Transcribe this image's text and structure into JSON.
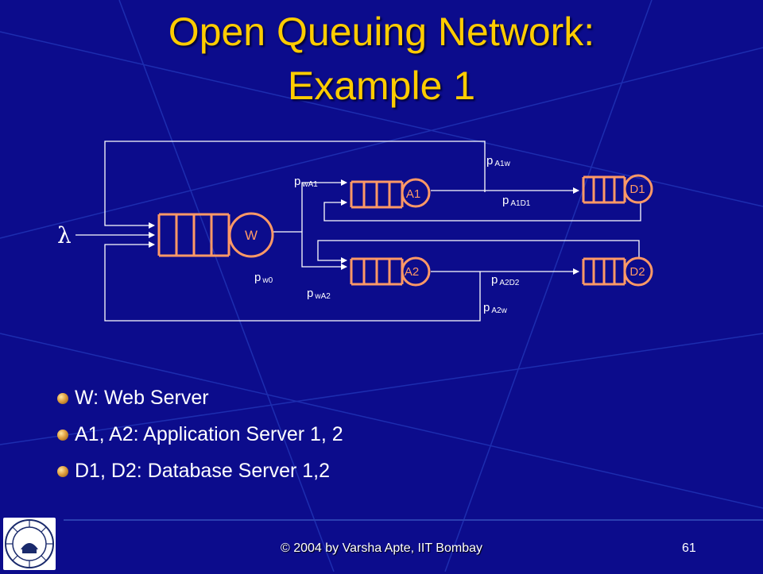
{
  "title": {
    "line1": "Open Queuing Network:",
    "line2": "Example 1"
  },
  "diagram": {
    "arrival_label": "λ",
    "nodes": {
      "w": "W",
      "a1": "A1",
      "a2": "A2",
      "d1": "D1",
      "d2": "D2"
    },
    "probabilities": {
      "p_a1w": {
        "base": "p",
        "sub": "A1w"
      },
      "p_wa1": {
        "base": "p",
        "sub": "wA1"
      },
      "p_a1d1": {
        "base": "p",
        "sub": "A1D1"
      },
      "p_w0": {
        "base": "p",
        "sub": "w0"
      },
      "p_wa2": {
        "base": "p",
        "sub": "wA2"
      },
      "p_a2d2": {
        "base": "p",
        "sub": "A2D2"
      },
      "p_a2w": {
        "base": "p",
        "sub": "A2w"
      }
    },
    "colors": {
      "queue": "#ff9966",
      "line": "#ffffff",
      "label": "#ffffff"
    }
  },
  "bullets": [
    "W: Web Server",
    "A1, A2: Application Server 1, 2",
    "D1, D2: Database Server 1,2"
  ],
  "footer": {
    "text": "© 2004 by Varsha Apte, IIT Bombay",
    "page": "61"
  },
  "logo": {
    "icon": "iit-bombay-seal-icon"
  }
}
